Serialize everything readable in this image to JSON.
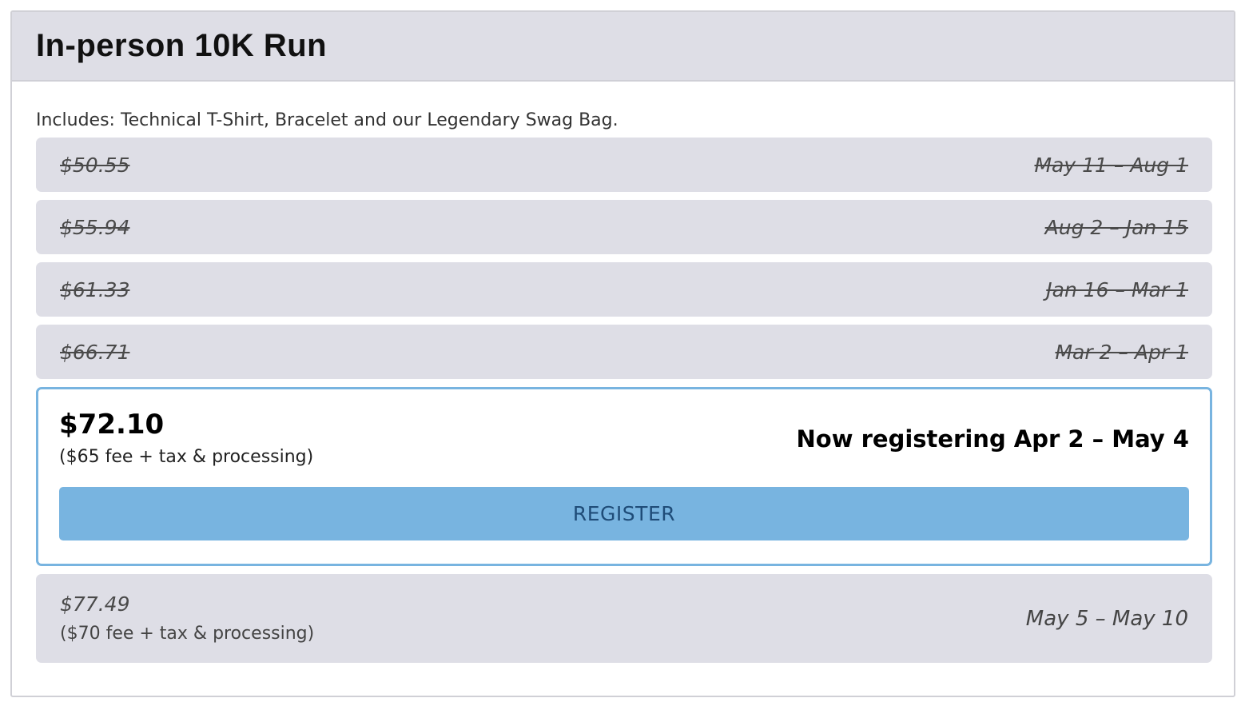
{
  "event": {
    "title": "In-person 10K Run",
    "includes": "Includes: Technical T-Shirt, Bracelet and our Legendary Swag Bag."
  },
  "past_tiers": [
    {
      "price": "$50.55",
      "dates": "May 11 – Aug 1"
    },
    {
      "price": "$55.94",
      "dates": "Aug 2 – Jan 15"
    },
    {
      "price": "$61.33",
      "dates": "Jan 16 – Mar 1"
    },
    {
      "price": "$66.71",
      "dates": "Mar 2 – Apr 1"
    }
  ],
  "current_tier": {
    "price": "$72.10",
    "note": "($65 fee + tax & processing)",
    "dates": "Now registering Apr 2 – May 4",
    "button_label": "REGISTER"
  },
  "future_tier": {
    "price": "$77.49",
    "note": "($70 fee + tax & processing)",
    "dates": "May 5 – May 10"
  },
  "colors": {
    "header_bg": "#dedee6",
    "tier_bg": "#dedee6",
    "accent": "#78b4e0",
    "button_text": "#1f4c78"
  }
}
